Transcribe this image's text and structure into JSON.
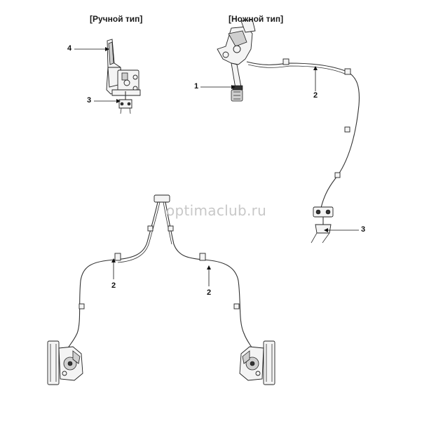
{
  "headings": {
    "hand_type": "[Ручной тип]",
    "foot_type": "[Ножной тип]"
  },
  "callouts": {
    "c1_foot_pedal": "1",
    "c2_front_cable": "2",
    "c3_equalizer_foot": "3",
    "c3_equalizer_hand": "3",
    "c4_hand_lever": "4",
    "c2_rear_left": "2",
    "c2_rear_right": "2"
  },
  "watermark": "optimaclub.ru"
}
